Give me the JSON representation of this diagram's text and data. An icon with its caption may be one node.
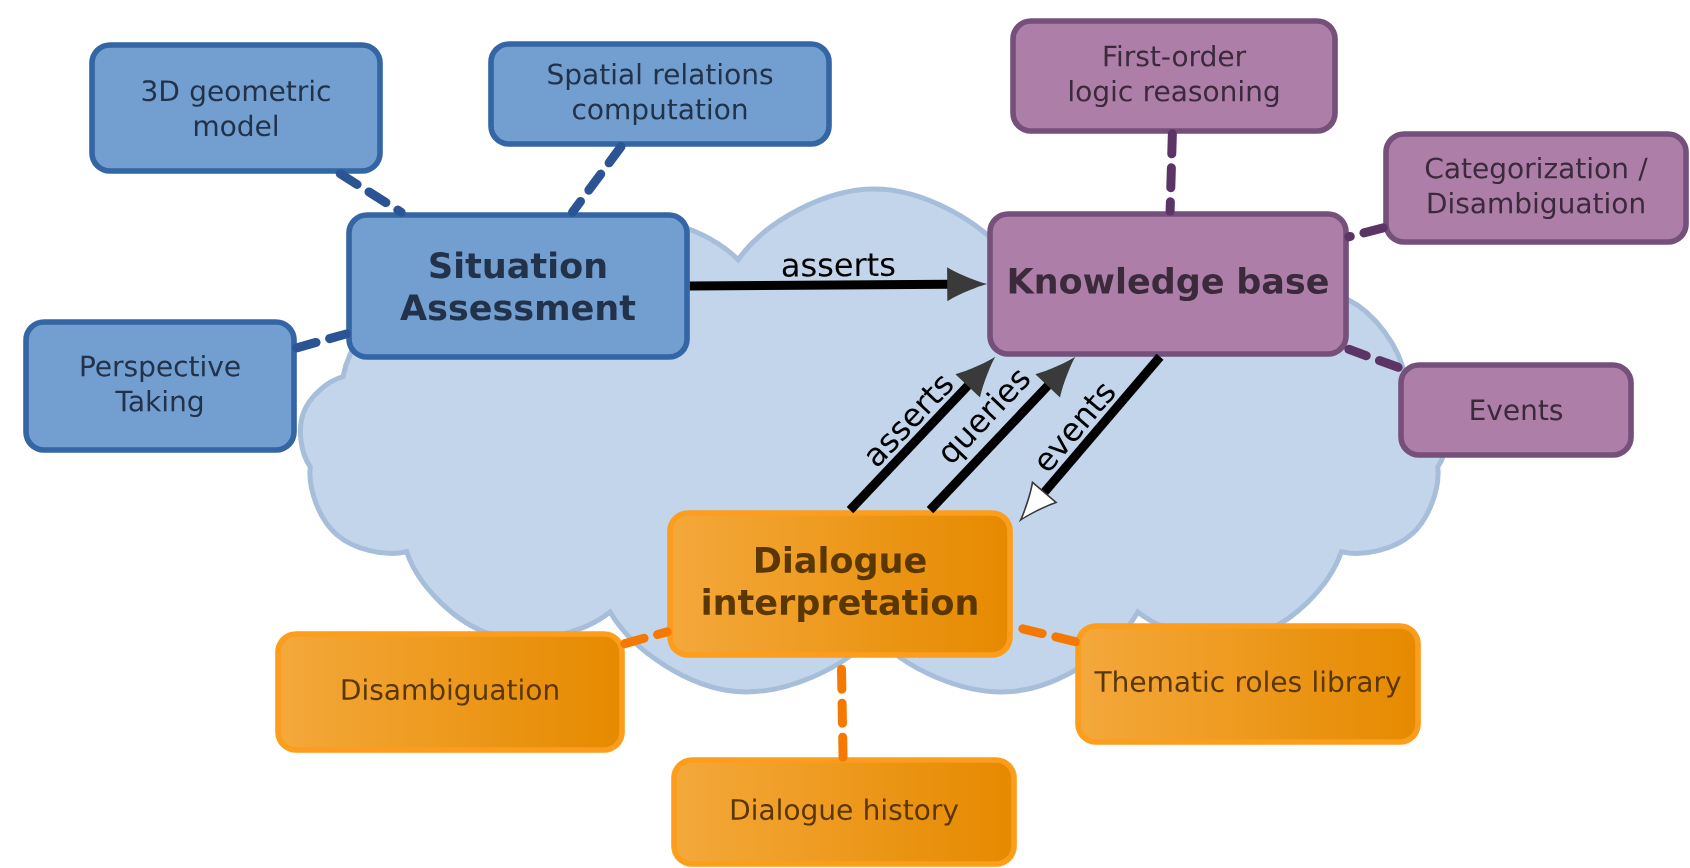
{
  "diagram": {
    "nodes": [
      {
        "text": [
          "3D geometric model"
        ]
      },
      {
        "text": [
          "Spatial relations computation"
        ]
      },
      {
        "text": [
          "Situation Assessment"
        ]
      },
      {
        "text": [
          "Perspective Taking"
        ]
      },
      {
        "text": [
          "First-order logic reasoning"
        ]
      },
      {
        "text": [
          "Categorization / Disambiguation"
        ]
      },
      {
        "text": [
          "Knowledge base"
        ]
      },
      {
        "text": [
          "Events"
        ]
      },
      {
        "text": [
          "Dialogue interpretation"
        ]
      },
      {
        "text": [
          "Disambiguation"
        ]
      },
      {
        "text": [
          "Thematic roles library"
        ]
      },
      {
        "text": [
          "Dialogue history"
        ]
      }
    ],
    "edges": [
      {
        "from": 0,
        "to": 2,
        "arrow": "none",
        "style": "dashed",
        "color": "#2c5494"
      },
      {
        "from": 1,
        "to": 2,
        "arrow": "none",
        "style": "dashed",
        "color": "#2c5494"
      },
      {
        "from": 3,
        "to": 2,
        "arrow": "none",
        "style": "dashed",
        "color": "#2c5494"
      },
      {
        "from": 2,
        "to": 6,
        "arrow": "to",
        "label": "asserts"
      },
      {
        "from": 8,
        "to": 6,
        "arrow": "to",
        "label": "asserts"
      },
      {
        "from": 8,
        "to": 6,
        "arrow": "to",
        "label": "queries"
      },
      {
        "from": 6,
        "to": 8,
        "arrow": "to",
        "label": "events"
      },
      {
        "from": 4,
        "to": 6,
        "arrow": "none",
        "style": "dashed",
        "color": "#5c3566"
      },
      {
        "from": 5,
        "to": 6,
        "arrow": "none",
        "style": "dashed",
        "color": "#5c3566"
      },
      {
        "from": 7,
        "to": 6,
        "arrow": "none",
        "style": "dashed",
        "color": "#5c3566"
      },
      {
        "from": 9,
        "to": 8,
        "arrow": "none",
        "style": "dashed",
        "color": "#f57900"
      },
      {
        "from": 10,
        "to": 8,
        "arrow": "none",
        "style": "dashed",
        "color": "#f57900"
      },
      {
        "from": 11,
        "to": 8,
        "arrow": "none",
        "style": "dashed",
        "color": "#f57900"
      }
    ]
  }
}
